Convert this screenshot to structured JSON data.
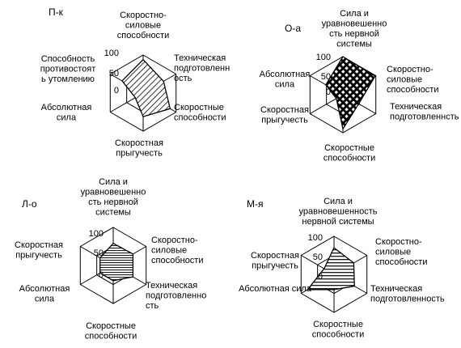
{
  "chart_data": [
    {
      "type": "radar",
      "title": "П-к",
      "axes": [
        {
          "label": [
            "Скоростно-",
            "силовые",
            "способности"
          ]
        },
        {
          "label": [
            "Техническая",
            "подготовленн",
            "ость"
          ]
        },
        {
          "label": [
            "Скоростные",
            "способности"
          ]
        },
        {
          "label": [
            "Скоростная",
            "прыгучесть"
          ]
        },
        {
          "label": [
            "Абсолютная",
            "сила"
          ]
        },
        {
          "label": [
            "Способность",
            "противостоят",
            "ь утомлению"
          ]
        }
      ],
      "ticks": [
        "100",
        "50",
        "0"
      ],
      "rlim": [
        0,
        100
      ],
      "values": [
        88,
        62,
        82,
        62,
        24,
        64
      ],
      "fill_pattern": "diagonal-hatch"
    },
    {
      "type": "radar",
      "title": "О-а",
      "axes": [
        {
          "label": [
            "Сила и",
            "уравновешенно",
            "сть нервной",
            "системы"
          ]
        },
        {
          "label": [
            "Скоростно-",
            "силовые",
            "способности"
          ]
        },
        {
          "label": [
            "Техническая",
            "подготовленнсть"
          ]
        },
        {
          "label": [
            "Скоростные",
            "способности"
          ]
        },
        {
          "label": [
            "Скоростная",
            "прыгучесть"
          ]
        },
        {
          "label": [
            "Абсолютная",
            "сила"
          ]
        }
      ],
      "ticks": [
        "100",
        "50",
        "0"
      ],
      "rlim": [
        0,
        100
      ],
      "values": [
        100,
        98,
        48,
        90,
        20,
        52
      ],
      "fill_pattern": "diamond"
    },
    {
      "type": "radar",
      "title": "Л-о",
      "axes": [
        {
          "label": [
            "Сила и",
            "уравновешенно",
            "сть нервной",
            "системы"
          ]
        },
        {
          "label": [
            "Скоростно-",
            "силовые",
            "способности"
          ]
        },
        {
          "label": [
            "Техническая",
            "подготовленно",
            "сть"
          ]
        },
        {
          "label": [
            "Скоростные",
            "способности"
          ]
        },
        {
          "label": [
            "Скоростная",
            "прыгучесть"
          ]
        },
        {
          "label": [
            "Абсолютная",
            "сила"
          ]
        }
      ],
      "ticks": [
        "100",
        "50",
        "0"
      ],
      "rlim": [
        0,
        100
      ],
      "values": [
        58,
        60,
        60,
        40,
        40,
        40
      ],
      "fill_pattern": "horizontal-hatch"
    },
    {
      "type": "radar",
      "title": "М-я",
      "axes": [
        {
          "label": [
            "Сила и",
            "уравновешенность",
            "нервной системы"
          ]
        },
        {
          "label": [
            "Скоростно-",
            "силовые",
            "способности"
          ]
        },
        {
          "label": [
            "Техническая",
            "подготовленность"
          ]
        },
        {
          "label": [
            "Скоростные",
            "способности"
          ]
        },
        {
          "label": [
            "Скоростная",
            "прыгучесть"
          ]
        },
        {
          "label": [
            "Абсолютная сила"
          ]
        }
      ],
      "ticks": [
        "100",
        "50",
        "0"
      ],
      "rlim": [
        0,
        100
      ],
      "values": [
        70,
        60,
        62,
        40,
        80,
        30
      ],
      "fill_pattern": "horizontal-lines"
    }
  ]
}
